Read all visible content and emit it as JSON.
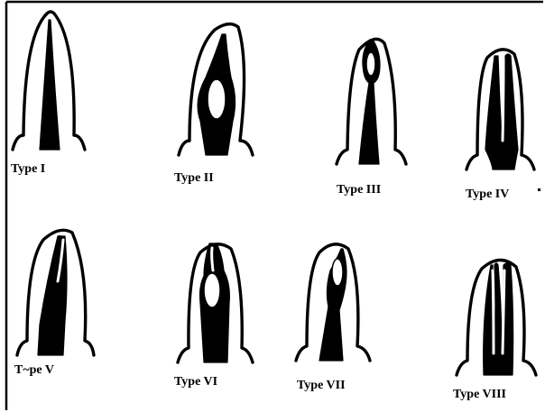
{
  "figure": {
    "labels": {
      "t1": "Type I",
      "t2": "Type II",
      "t3": "Type III",
      "t4": "Type IV",
      "t5": "T~pe V",
      "t6": "Type VI",
      "t7": "Type VII",
      "t8": "Type VIII"
    }
  }
}
